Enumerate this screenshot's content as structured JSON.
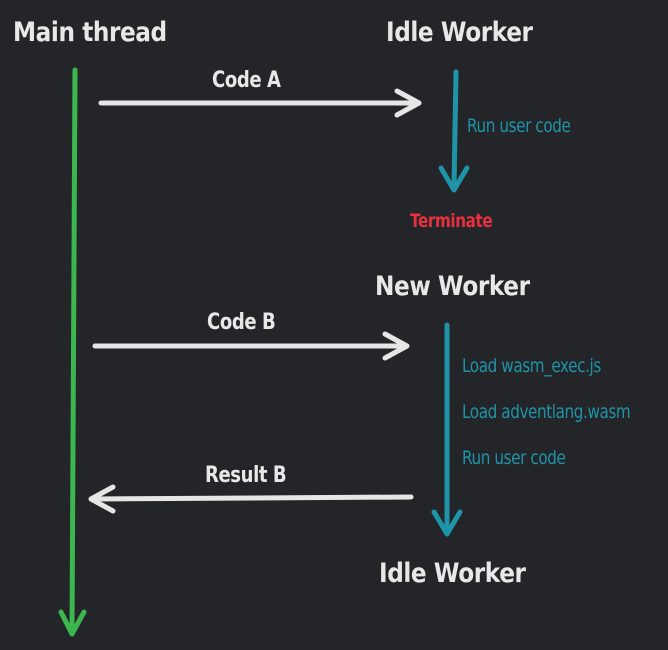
{
  "headings": {
    "main_thread": "Main thread",
    "idle_worker_top": "Idle Worker",
    "new_worker": "New Worker",
    "idle_worker_bottom": "Idle Worker"
  },
  "messages": {
    "code_a": "Code A",
    "code_b": "Code B",
    "result_b": "Result B"
  },
  "worker_steps": {
    "run_user_code_1": "Run user code",
    "terminate": "Terminate",
    "load_wasm_exec": "Load wasm_exec.js",
    "load_adventlang": "Load adventlang.wasm",
    "run_user_code_2": "Run user code"
  },
  "colors": {
    "background": "#232529",
    "text": "#e8e8e8",
    "main_thread_line": "#3cb64e",
    "worker_line": "#1f94a8",
    "message_arrow": "#e6e6e6",
    "terminate": "#e8313f"
  }
}
